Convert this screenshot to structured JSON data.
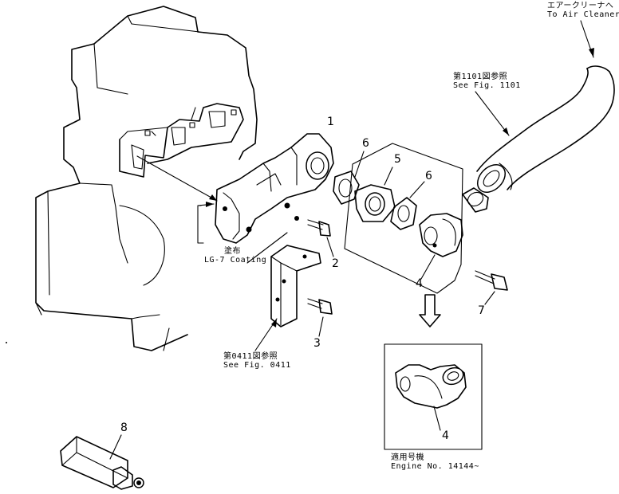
{
  "callouts": {
    "air_cleaner_jp": "エアークリーナへ",
    "air_cleaner_en": "To Air Cleaner",
    "fig1101_jp": "第1101図参照",
    "fig1101_en": "See Fig. 1101",
    "coating_jp": "塗布",
    "coating_en": "LG-7 Coating",
    "fig0411_jp": "第0411図参照",
    "fig0411_en": "See Fig. 0411",
    "engine_jp": "適用号機",
    "engine_en": "Engine No. 14144~"
  },
  "part_numbers": [
    "1",
    "2",
    "3",
    "4",
    "5",
    "6",
    "6",
    "7",
    "4",
    "8"
  ]
}
